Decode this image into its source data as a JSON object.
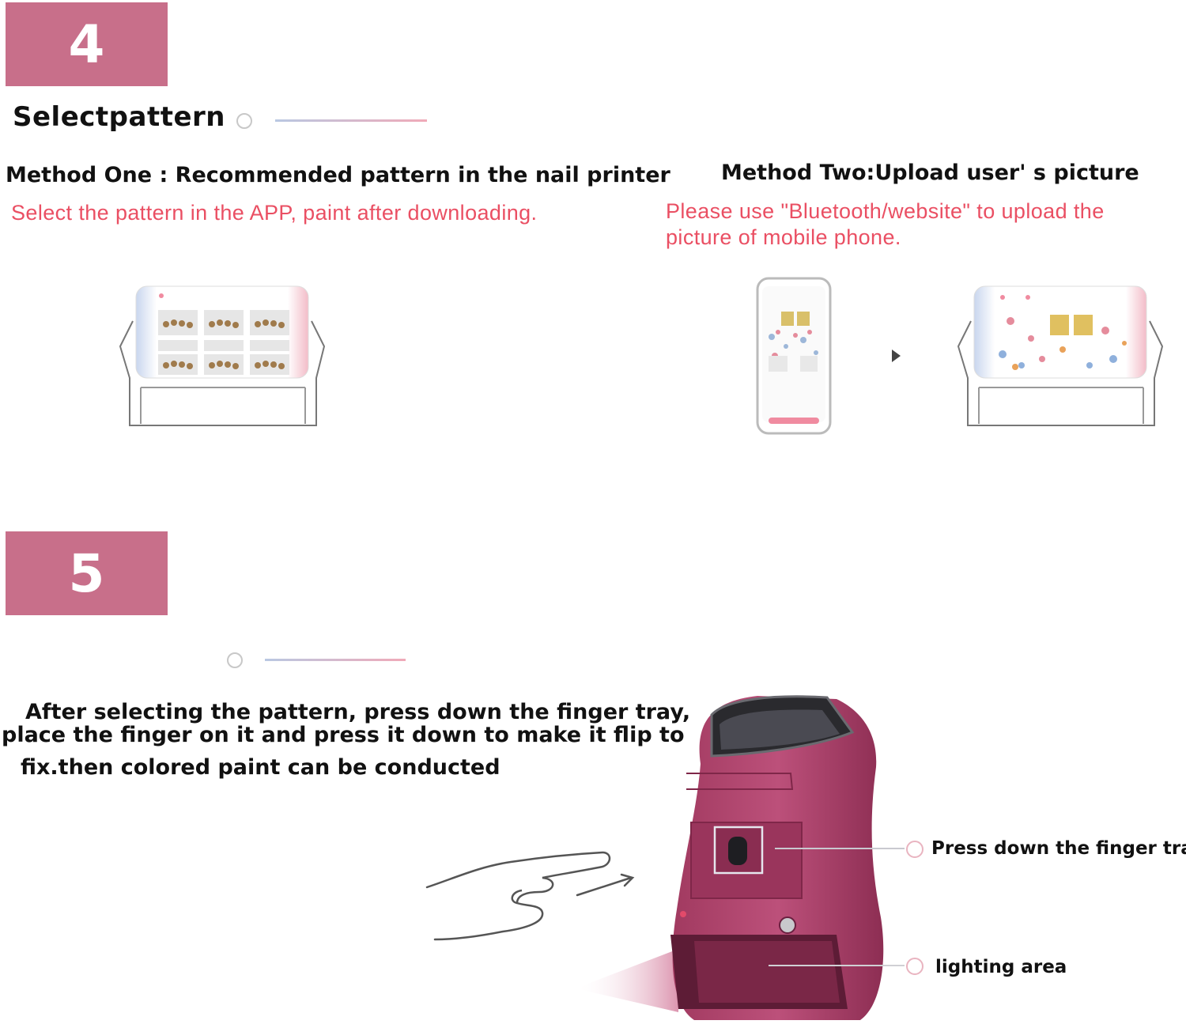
{
  "step4": {
    "number": "4",
    "title": "Selectpattern",
    "method_one": {
      "heading": "Method One : Recommended pattern in the nail printer",
      "description": "Select the pattern in the APP, paint after downloading."
    },
    "method_two": {
      "heading": "Method Two:Upload user' s picture",
      "description_line1": "Please use \"Bluetooth/website\" to upload the",
      "description_line2": "picture of mobile phone."
    }
  },
  "step5": {
    "number": "5",
    "instruction_line1": "After selecting the pattern, press down the finger tray,",
    "instruction_line2": "place the finger on it and press it down to make it flip to",
    "instruction_line3": "fix.then colored paint can be conducted",
    "callouts": {
      "finger_tray": "Press down the finger tray",
      "lighting": "lighting area"
    }
  },
  "colors": {
    "badge": "#c86f8a",
    "accent_text": "#ea4f63",
    "printer_body": "#b2476d"
  }
}
